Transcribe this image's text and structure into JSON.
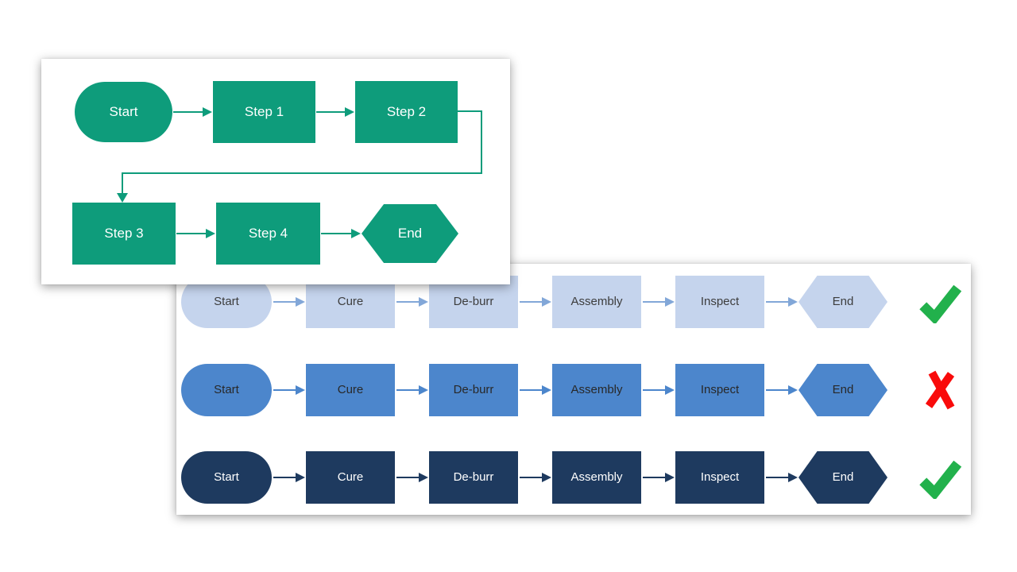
{
  "page": {
    "background": "#ffffff"
  },
  "example_panel": {
    "description": "green example flowchart",
    "accent_color": "#0E9C7B",
    "text_color": "#ffffff",
    "nodes": [
      {
        "label": "Start",
        "shape": "stadium"
      },
      {
        "label": "Step 1",
        "shape": "rectangle"
      },
      {
        "label": "Step 2",
        "shape": "rectangle"
      },
      {
        "label": "Step 3",
        "shape": "rectangle"
      },
      {
        "label": "Step 4",
        "shape": "rectangle"
      },
      {
        "label": "End",
        "shape": "hexagon"
      }
    ]
  },
  "variants_panel": {
    "description": "three color variants of the same process flowchart",
    "steps": [
      "Start",
      "Cure",
      "De-burr",
      "Assembly",
      "Inspect",
      "End"
    ],
    "rows": [
      {
        "style": "light-blue",
        "fill": "#C5D4ED",
        "arrow": "#82A7D8",
        "text": "#3D3D3D",
        "result": "pass"
      },
      {
        "style": "medium-blue",
        "fill": "#4C86CC",
        "arrow": "#4C86CC",
        "text": "#282828",
        "result": "fail"
      },
      {
        "style": "dark-navy",
        "fill": "#1E3A5F",
        "arrow": "#1E3A5F",
        "text": "#ffffff",
        "result": "pass"
      }
    ],
    "result_colors": {
      "pass": "#22B14C",
      "fail": "#F90B0B"
    }
  }
}
